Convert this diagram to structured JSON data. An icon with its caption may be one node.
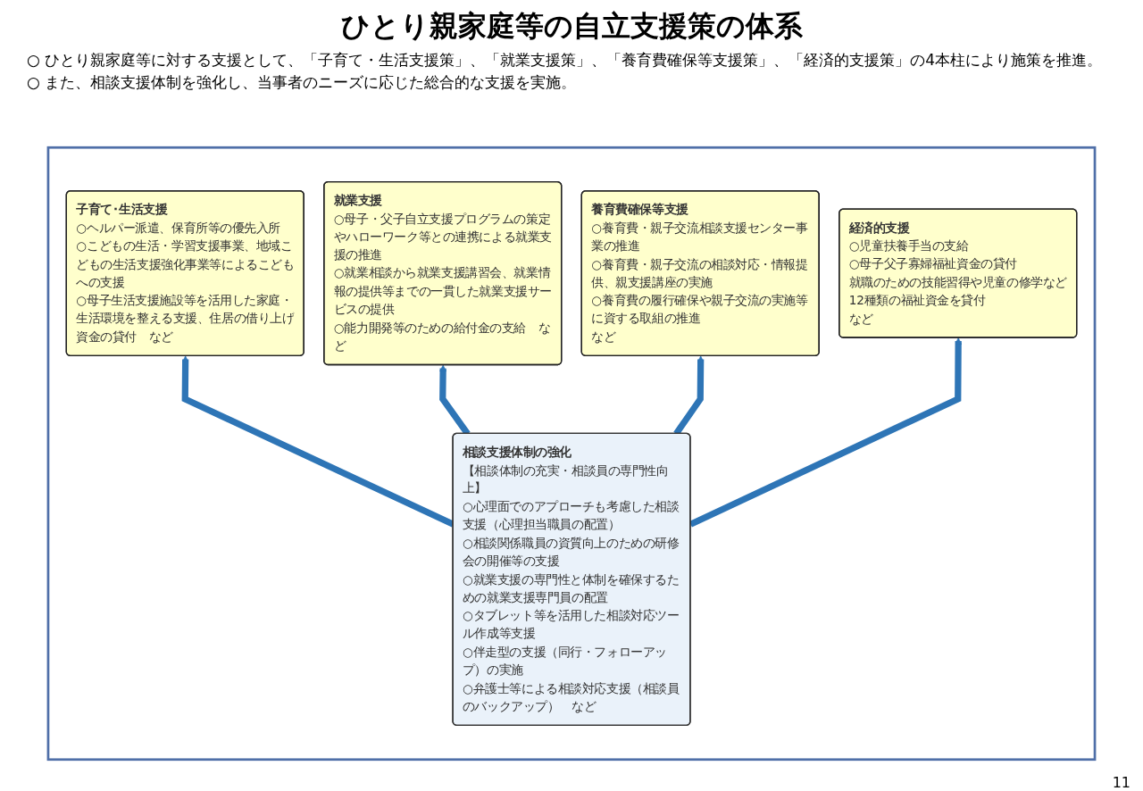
{
  "diagram": {
    "title": "ひとり親家庭等の自立支援策の体系",
    "nodes": [
      {
        "text": [],
        "shape": "box"
      },
      {
        "text": [
          "子育て･生活支援",
          "○ヘルパー派遣、保育所等の優先入所",
          "○こどもの生活・学習支援事業、地域こどもの生活支援強化事業等によるこどもへの支援",
          "○母子生活支援施設等を活用した家庭・生活環境を整える支援、住居の借り上げ資金の貸付　など"
        ],
        "in": 0
      },
      {
        "text": [
          "就業支援",
          "○母子・父子自立支援プログラムの策定やハローワーク等との連携による就業支援の推進",
          "○就業相談から就業支援講習会、就業情報の提供等までの一貫した就業支援サービスの提供",
          "○能力開発等のための給付金の支給　など"
        ],
        "in": 0
      },
      {
        "text": [
          "養育費確保等支援",
          "○養育費・親子交流相談支援センター事業の推進",
          "○養育費・親子交流の相談対応・情報提供、親支援講座の実施",
          "○養育費の履行確保や親子交流の実施等に資する取組の推進",
          "など"
        ],
        "in": 0
      },
      {
        "text": [
          "経済的支援",
          "○児童扶養手当の支給",
          "○母子父子寡婦福祉資金の貸付",
          "就職のための技能習得や児童の修学など12種類の福祉資金を貸付",
          "など"
        ],
        "in": 0
      },
      {
        "text": [
          "相談支援体制の強化",
          "【相談体制の充実・相談員の専門性向上】",
          "○心理面でのアプローチも考慮した相談支援（心理担当職員の配置）",
          "○相談関係職員の資質向上のための研修会の開催等の支援",
          "○就業支援の専門性と体制を確保するための就業支援専門員の配置",
          "○タブレット等を活用した相談対応ツール作成等支援",
          "○伴走型の支援（同行・フォローアップ）の実施",
          "○弁護士等による相談対応支援（相談員のバックアップ）　など"
        ],
        "in": 0
      }
    ],
    "edges": [
      {
        "from": 5,
        "to": 1,
        "arrow": "to"
      },
      {
        "from": 5,
        "to": 2,
        "arrow": "to"
      },
      {
        "from": 5,
        "to": 3,
        "arrow": "to"
      },
      {
        "from": 5,
        "to": 4,
        "arrow": "to"
      }
    ],
    "labels": [
      "○ ひとり親家庭等に対する支援として、「子育て・生活支援策」、「就業支援策」、「養育費確保等支援策」、「経済的支援策」の4本柱により施策を推進。",
      "○ また、相談支援体制を強化し、当事者のニーズに応じた総合的な支援を実施。",
      "11"
    ]
  }
}
